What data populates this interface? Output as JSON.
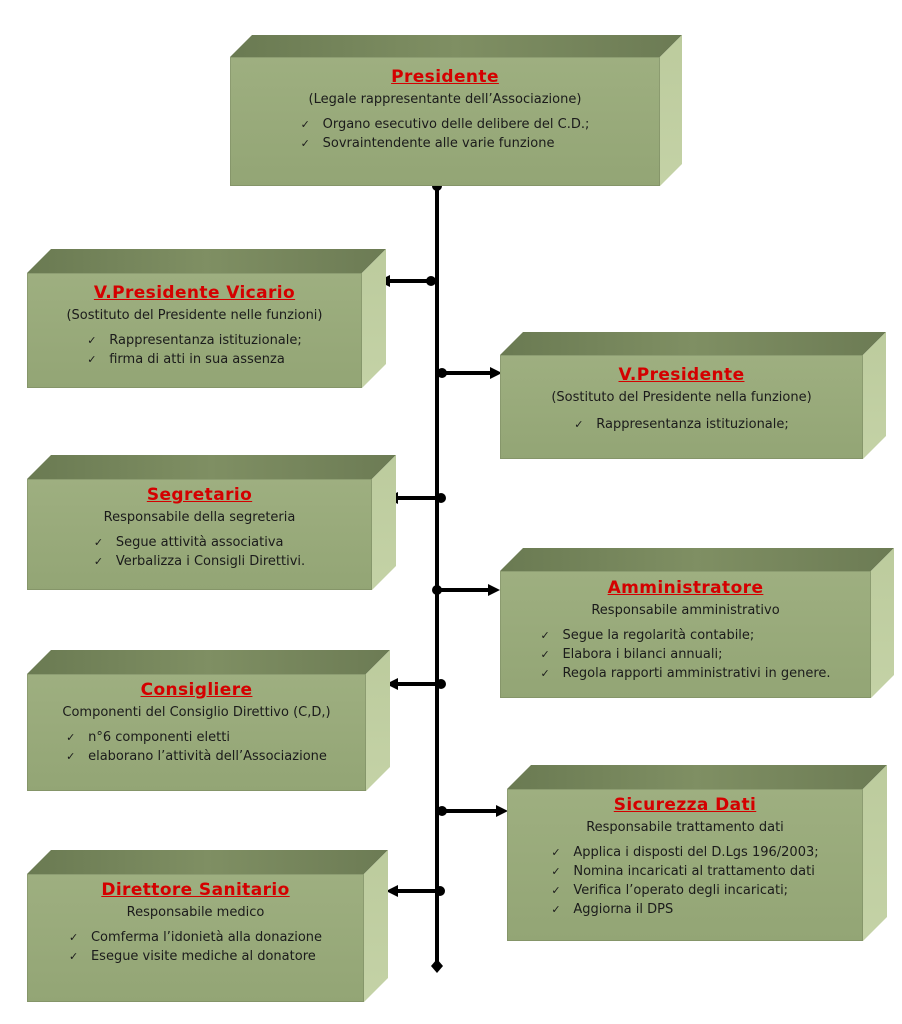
{
  "president": {
    "title": "Presidente",
    "subtitle": "(Legale rappresentante dell’Associazione)",
    "items": [
      "Organo esecutivo delle delibere del C.D.;",
      "Sovraintendente alle varie funzione"
    ]
  },
  "vp_vicario": {
    "title": "V.Presidente Vicario",
    "subtitle": "(Sostituto del Presidente nelle funzioni)",
    "items": [
      "Rappresentanza istituzionale;",
      "firma di atti in sua assenza"
    ]
  },
  "vp": {
    "title": "V.Presidente",
    "subtitle": "(Sostituto del Presidente nella funzione)",
    "items": [
      "Rappresentanza istituzionale;"
    ]
  },
  "segretario": {
    "title": "Segretario",
    "subtitle": "Responsabile della segreteria",
    "items": [
      "Segue attività associativa",
      "Verbalizza i Consigli Direttivi."
    ]
  },
  "amministratore": {
    "title": "Amministratore",
    "subtitle": "Responsabile amministrativo",
    "items": [
      "Segue la regolarità contabile;",
      "Elabora i bilanci annuali;",
      "Regola rapporti amministrativi in genere."
    ]
  },
  "consigliere": {
    "title": "Consigliere",
    "subtitle": "Componenti del  Consiglio Direttivo (C,D,)",
    "items": [
      "n°6 componenti eletti",
      "elaborano l’attività dell’Associazione"
    ]
  },
  "sicurezza": {
    "title": "Sicurezza Dati",
    "subtitle": "Responsabile trattamento dati",
    "items": [
      "Applica i disposti del D.Lgs 196/2003;",
      "Nomina incaricati al trattamento dati",
      "Verifica l’operato degli incaricati;",
      "Aggiorna il DPS"
    ]
  },
  "direttore": {
    "title": "Direttore Sanitario",
    "subtitle": "Responsabile medico",
    "items": [
      "Comferma l’idonietà alla donazione",
      "Esegue visite mediche al donatore"
    ]
  },
  "check_mark": "✓",
  "colors": {
    "title": "#d40000",
    "box_front": "#9aab7c",
    "box_top": "#75855b",
    "box_side": "#c0cea2",
    "line": "#000000"
  }
}
